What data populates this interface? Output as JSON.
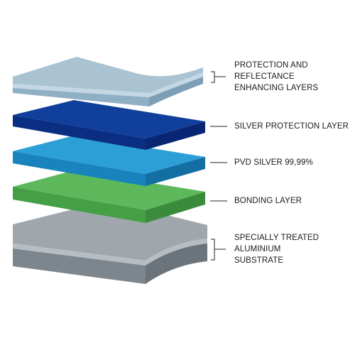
{
  "colors": {
    "protection_top": "#a9c3d2",
    "protection_front": "#8fb0c4",
    "protection_side": "#7d9fb5",
    "protection_band": "#c3d8e4",
    "silver_protection_top": "#103f9c",
    "silver_protection_front": "#0a2f82",
    "silver_protection_side": "#082673",
    "pvd_silver_top": "#2b9fd6",
    "pvd_silver_front": "#1883bd",
    "pvd_silver_side": "#136fa3",
    "bonding_top": "#5cb85a",
    "bonding_front": "#45a045",
    "bonding_side": "#3a8b3c",
    "substrate_top": "#9fa7ad",
    "substrate_front": "#7d868d",
    "substrate_side": "#6b747b",
    "substrate_band": "#b7bec3",
    "leader_line": "#222222"
  },
  "layers": [
    {
      "id": "protection",
      "lines": [
        "PROTECTION AND",
        "REFLECTANCE",
        "ENHANCING LAYERS"
      ]
    },
    {
      "id": "silver_protection",
      "lines": [
        "SILVER PROTECTION LAYER"
      ]
    },
    {
      "id": "pvd_silver",
      "lines": [
        "PVD SILVER 99,99%"
      ]
    },
    {
      "id": "bonding",
      "lines": [
        "BONDING LAYER"
      ]
    },
    {
      "id": "substrate",
      "lines": [
        "SPECIALLY TREATED",
        "ALUMINIUM",
        "SUBSTRATE"
      ]
    }
  ]
}
